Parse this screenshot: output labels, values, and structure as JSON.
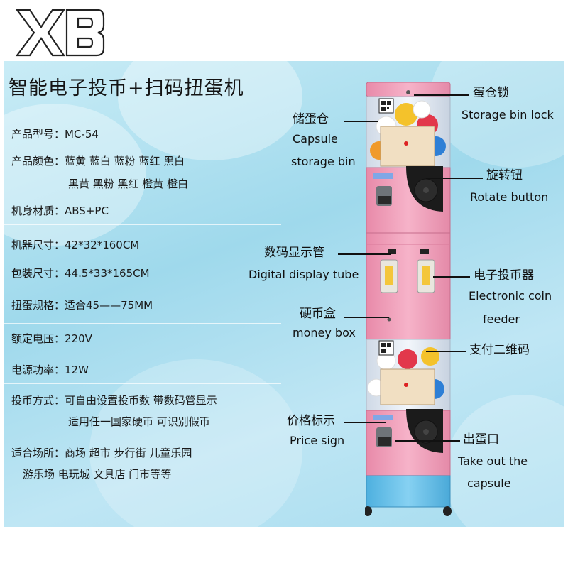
{
  "logo": {
    "text": "XB"
  },
  "title": "智能电子投币+扫码扭蛋机",
  "specs": [
    {
      "label": "产品型号：",
      "value": "MC-54",
      "cont": []
    },
    {
      "label": "产品颜色：",
      "value": "蓝黄 蓝白 蓝粉 蓝红 黑白",
      "cont": [
        "黑黄 黑粉 黑红 橙黄 橙白"
      ]
    },
    {
      "label": "机身材质：",
      "value": "ABS+PC",
      "cont": []
    },
    {
      "label": "机器尺寸：",
      "value": "42*32*160CM",
      "cont": []
    },
    {
      "label": "包装尺寸：",
      "value": "44.5*33*165CM",
      "cont": []
    },
    {
      "label": "扭蛋规格：",
      "value": "适合45——75MM",
      "cont": []
    },
    {
      "label": "额定电压：",
      "value": "220V",
      "cont": []
    },
    {
      "label": "电源功率：",
      "value": "12W",
      "cont": []
    },
    {
      "label": "投币方式：",
      "value": "可自由设置投币数  带数码管显示",
      "cont": [
        "适用任一国家硬币  可识别假币"
      ]
    },
    {
      "label": "适合场所：",
      "value": "商场  超市  步行街  儿童乐园",
      "cont": [
        "游乐场  电玩城  文具店  门市等等"
      ]
    }
  ],
  "callouts": {
    "storage_lock_cn": "蛋仓锁",
    "storage_lock_en": "Storage bin lock",
    "capsule_bin_cn": "储蛋仓",
    "capsule_bin_en1": "Capsule",
    "capsule_bin_en2": "storage bin",
    "rotate_cn": "旋转钮",
    "rotate_en": "Rotate button",
    "display_cn": "数码显示管",
    "display_en": "Digital display tube",
    "coin_cn": "电子投币器",
    "coin_en1": "Electronic coin",
    "coin_en2": "feeder",
    "money_cn": "硬币盒",
    "money_en": "money box",
    "qr_cn": "支付二维码",
    "price_cn": "价格标示",
    "price_en": "Price sign",
    "out_cn": "出蛋口",
    "out_en1": "Take out the",
    "out_en2": "capsule"
  },
  "colors": {
    "machine_pink": "#f2a6bf",
    "machine_base": "#6ec3ea",
    "coin_slot": "#f4c63a"
  }
}
